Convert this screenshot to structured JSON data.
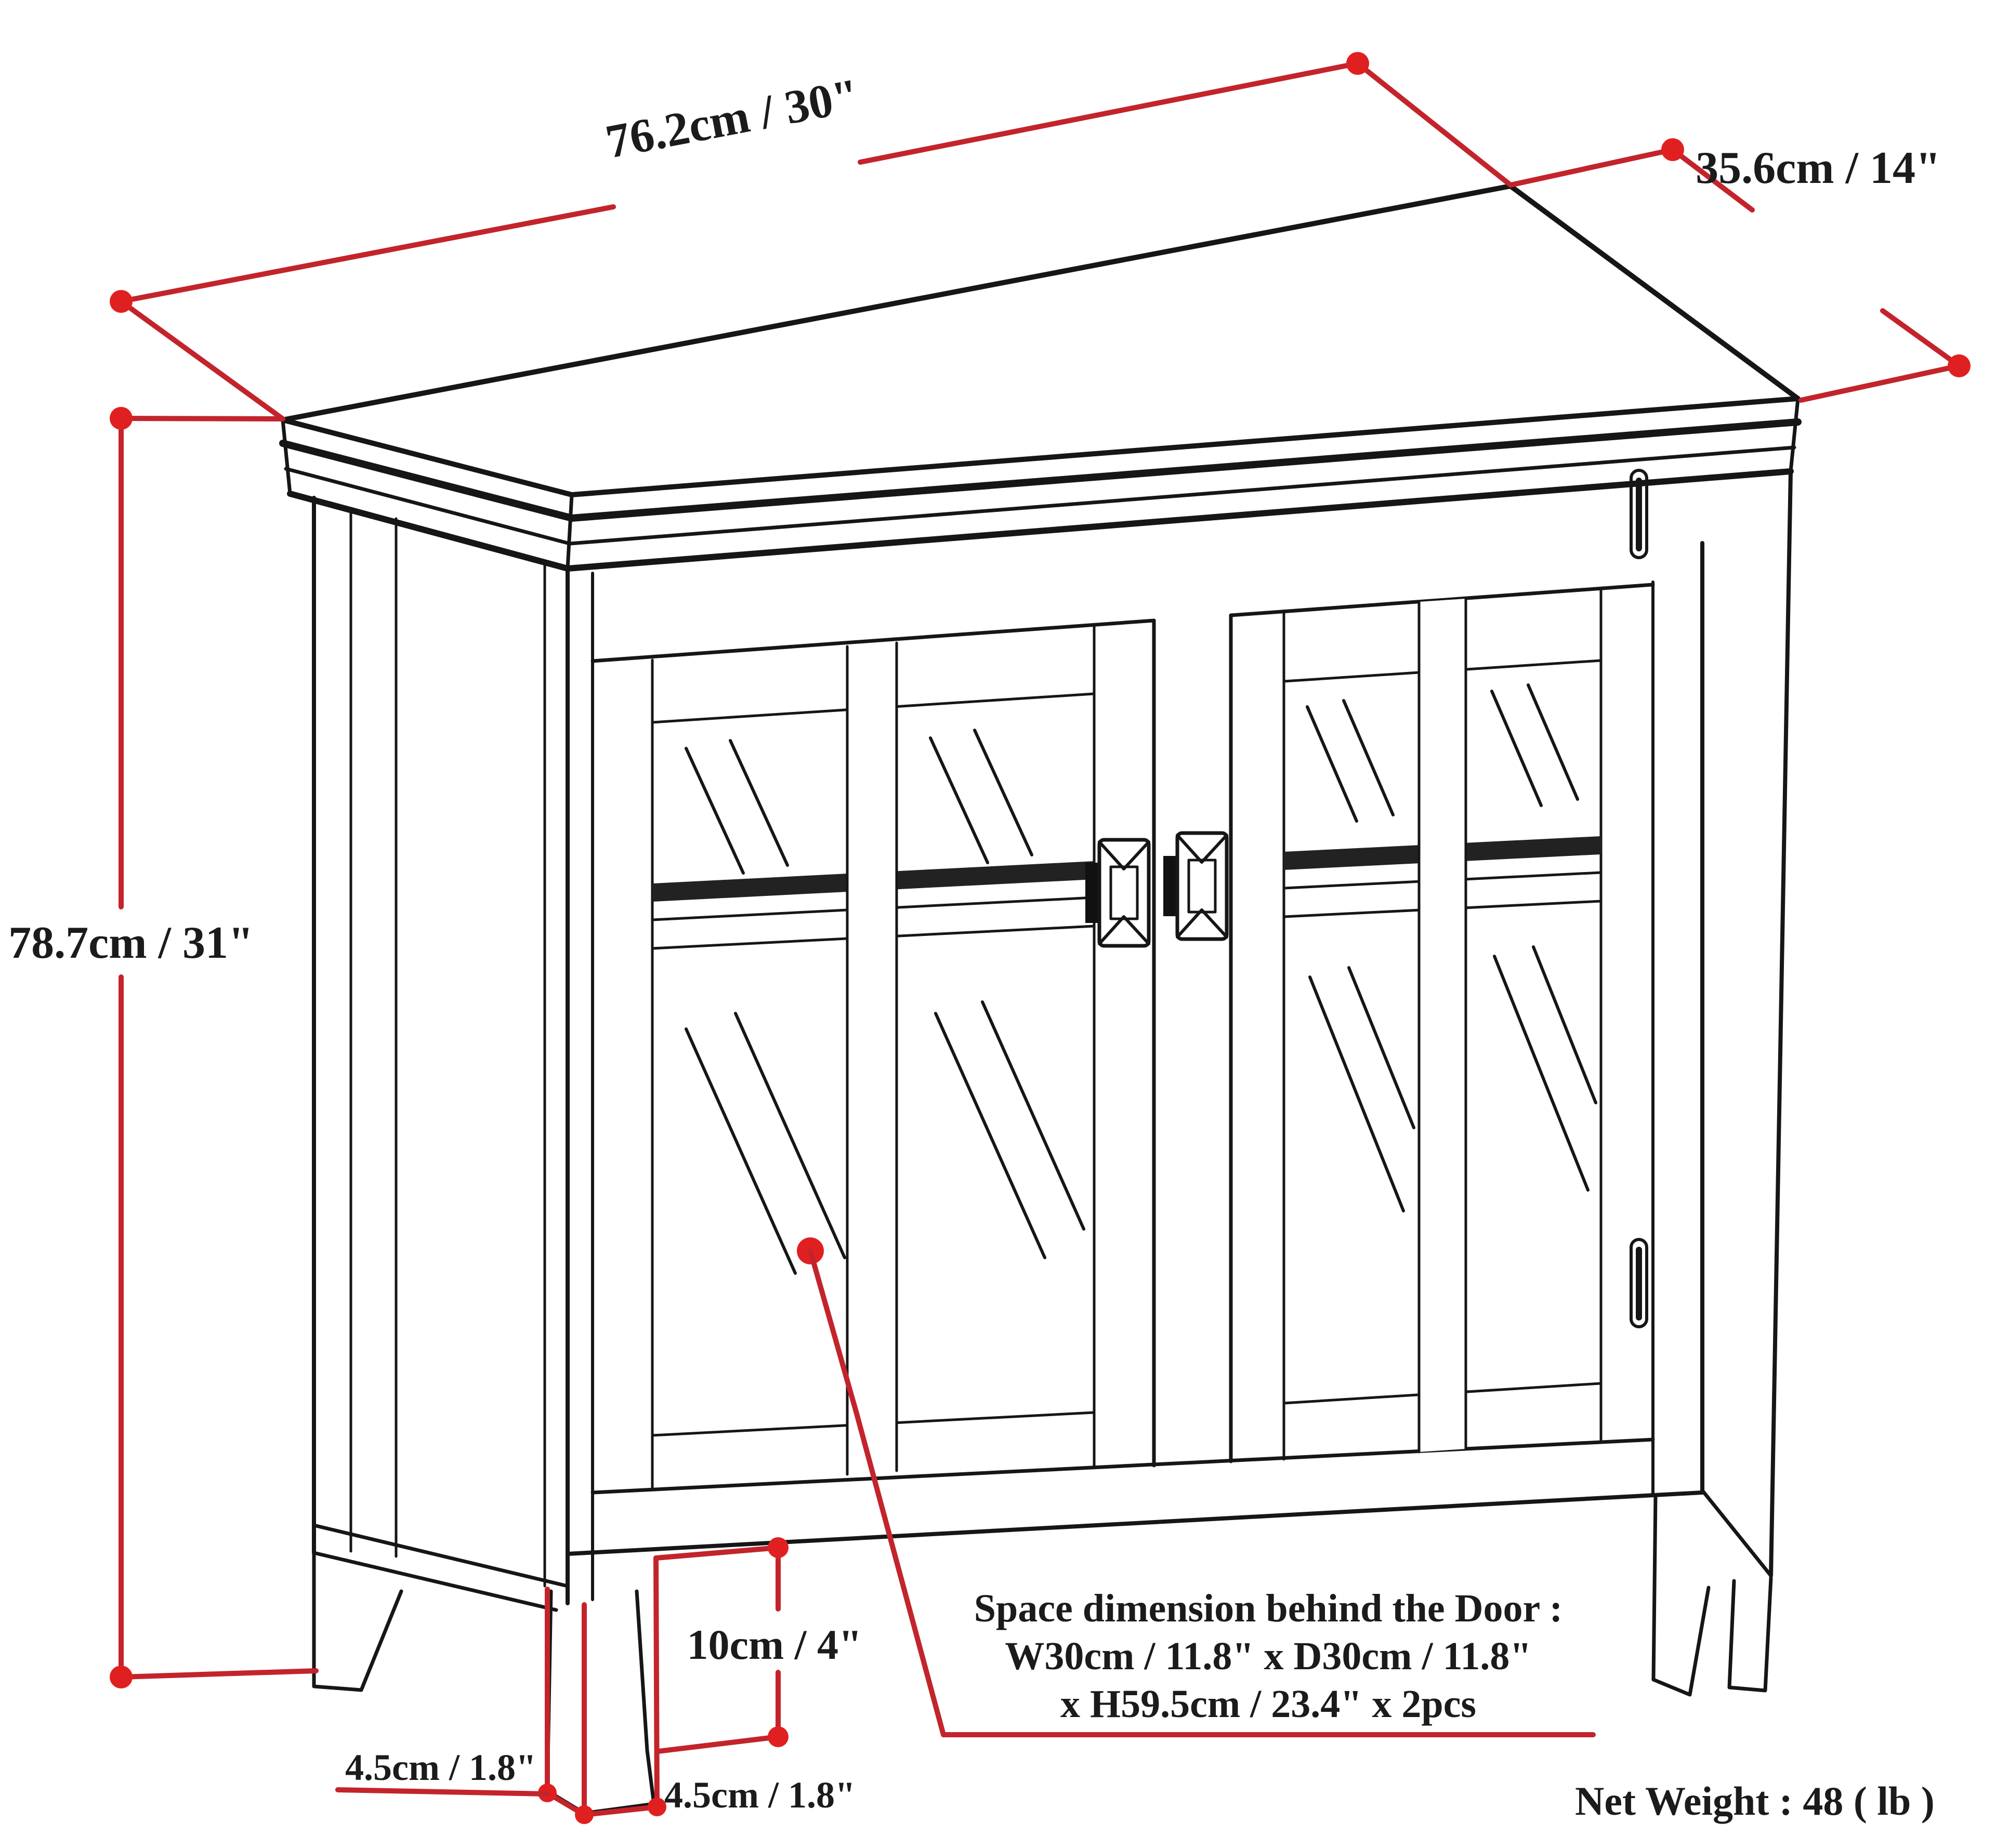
{
  "diagram_title": "cabinet-dimension-drawing",
  "colors": {
    "dimension_line_red": "#c3242b",
    "dimension_dot_red": "#e02020",
    "drawing_line_black": "#161616",
    "background": "#ffffff"
  },
  "dimensions": {
    "top_width": "76.2cm / 30\"",
    "top_depth": "35.6cm / 14\"",
    "overall_height": "78.7cm / 31\"",
    "leg_height": "10cm / 4\"",
    "foot_left": "4.5cm / 1.8\"",
    "foot_right": "4.5cm / 1.8\""
  },
  "door_space_note": {
    "line1": "Space dimension behind the Door :",
    "line2": "W30cm / 11.8\" x D30cm / 11.8\"",
    "line3": "x H59.5cm / 23.4\" x 2pcs"
  },
  "net_weight_label": "Net Weight : 48 ( lb )"
}
